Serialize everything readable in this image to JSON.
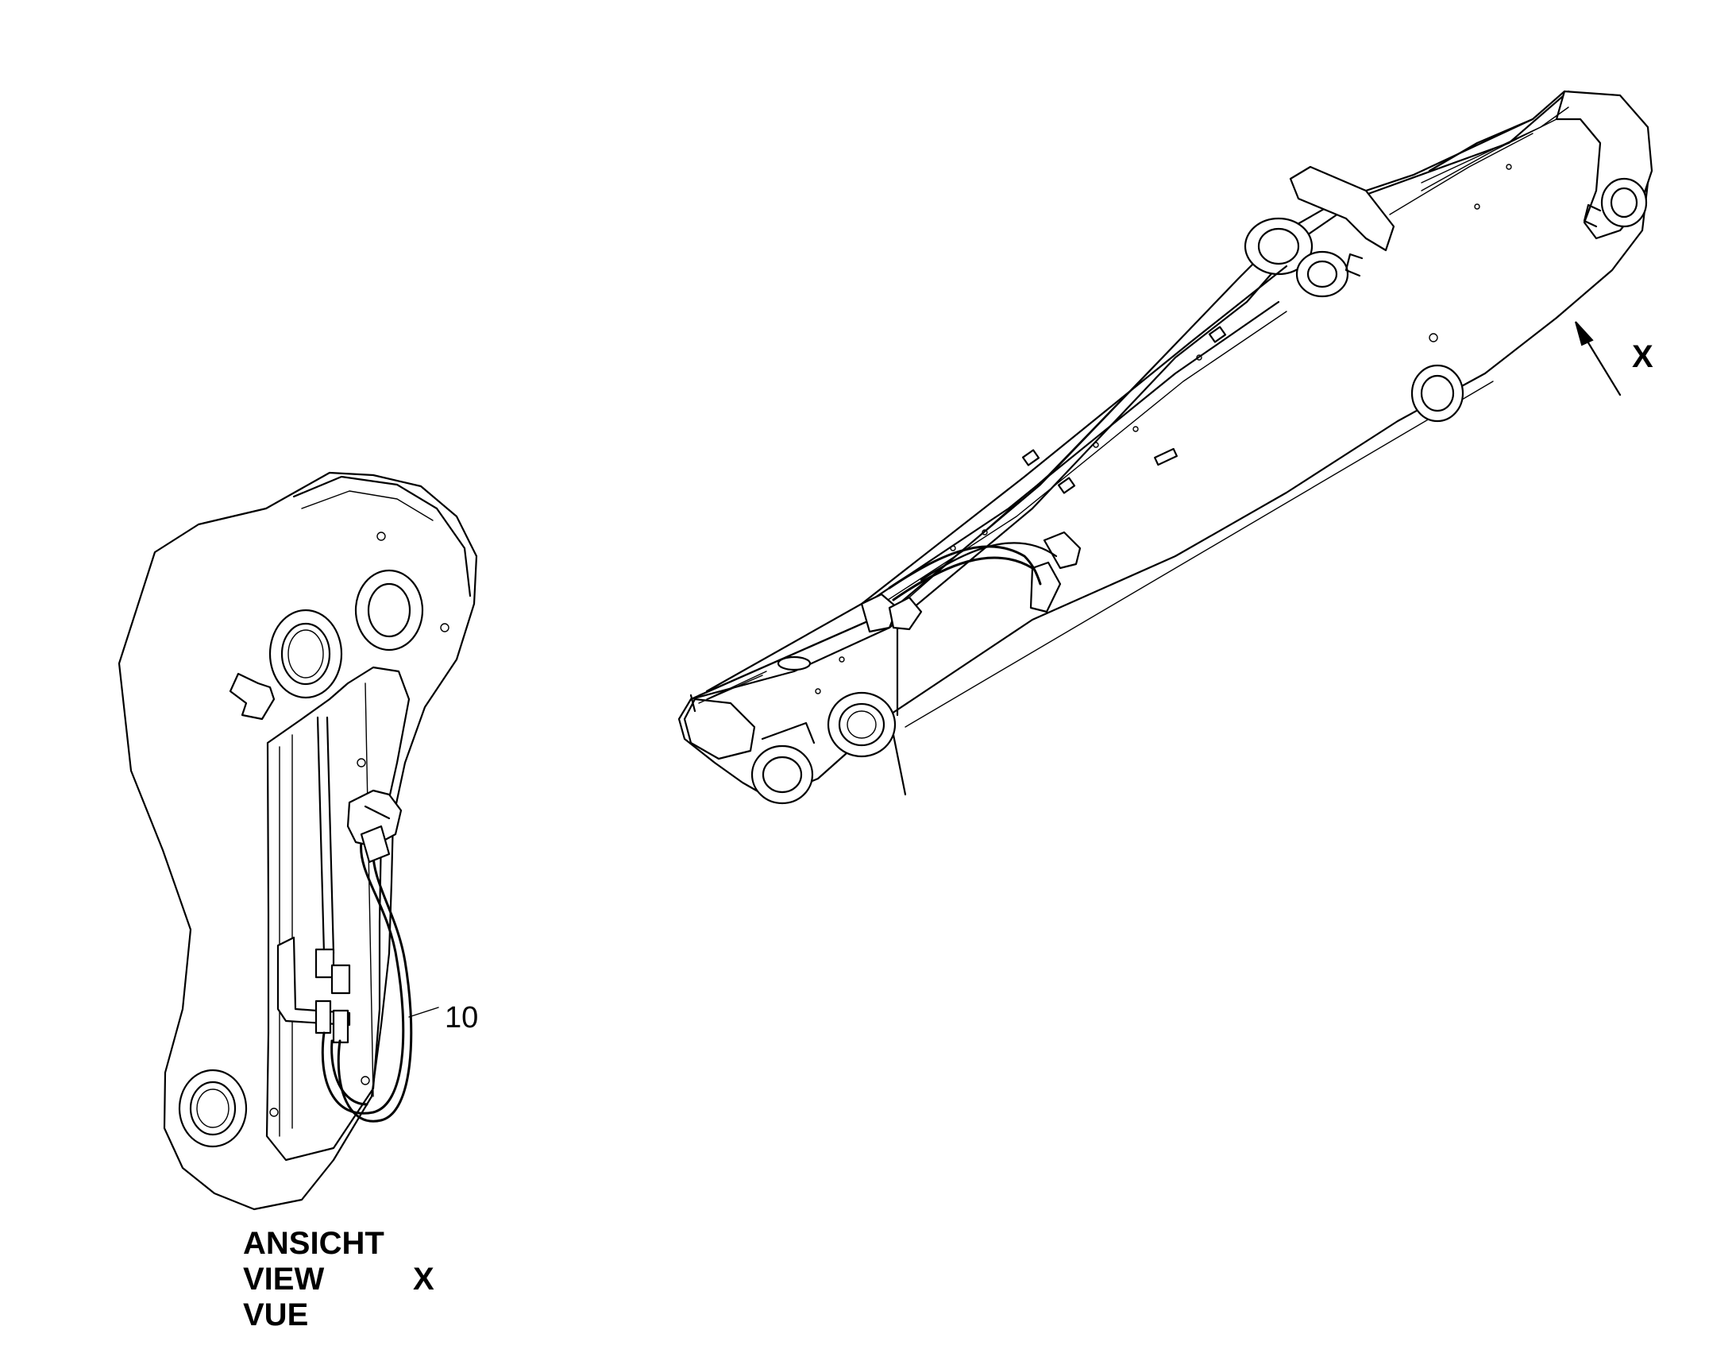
{
  "callout": {
    "part_number": "10"
  },
  "view_label": {
    "line_de": "ANSICHT",
    "line_en": "VIEW",
    "line_fr": "VUE",
    "view_id": "X"
  },
  "arrow_label": "X"
}
